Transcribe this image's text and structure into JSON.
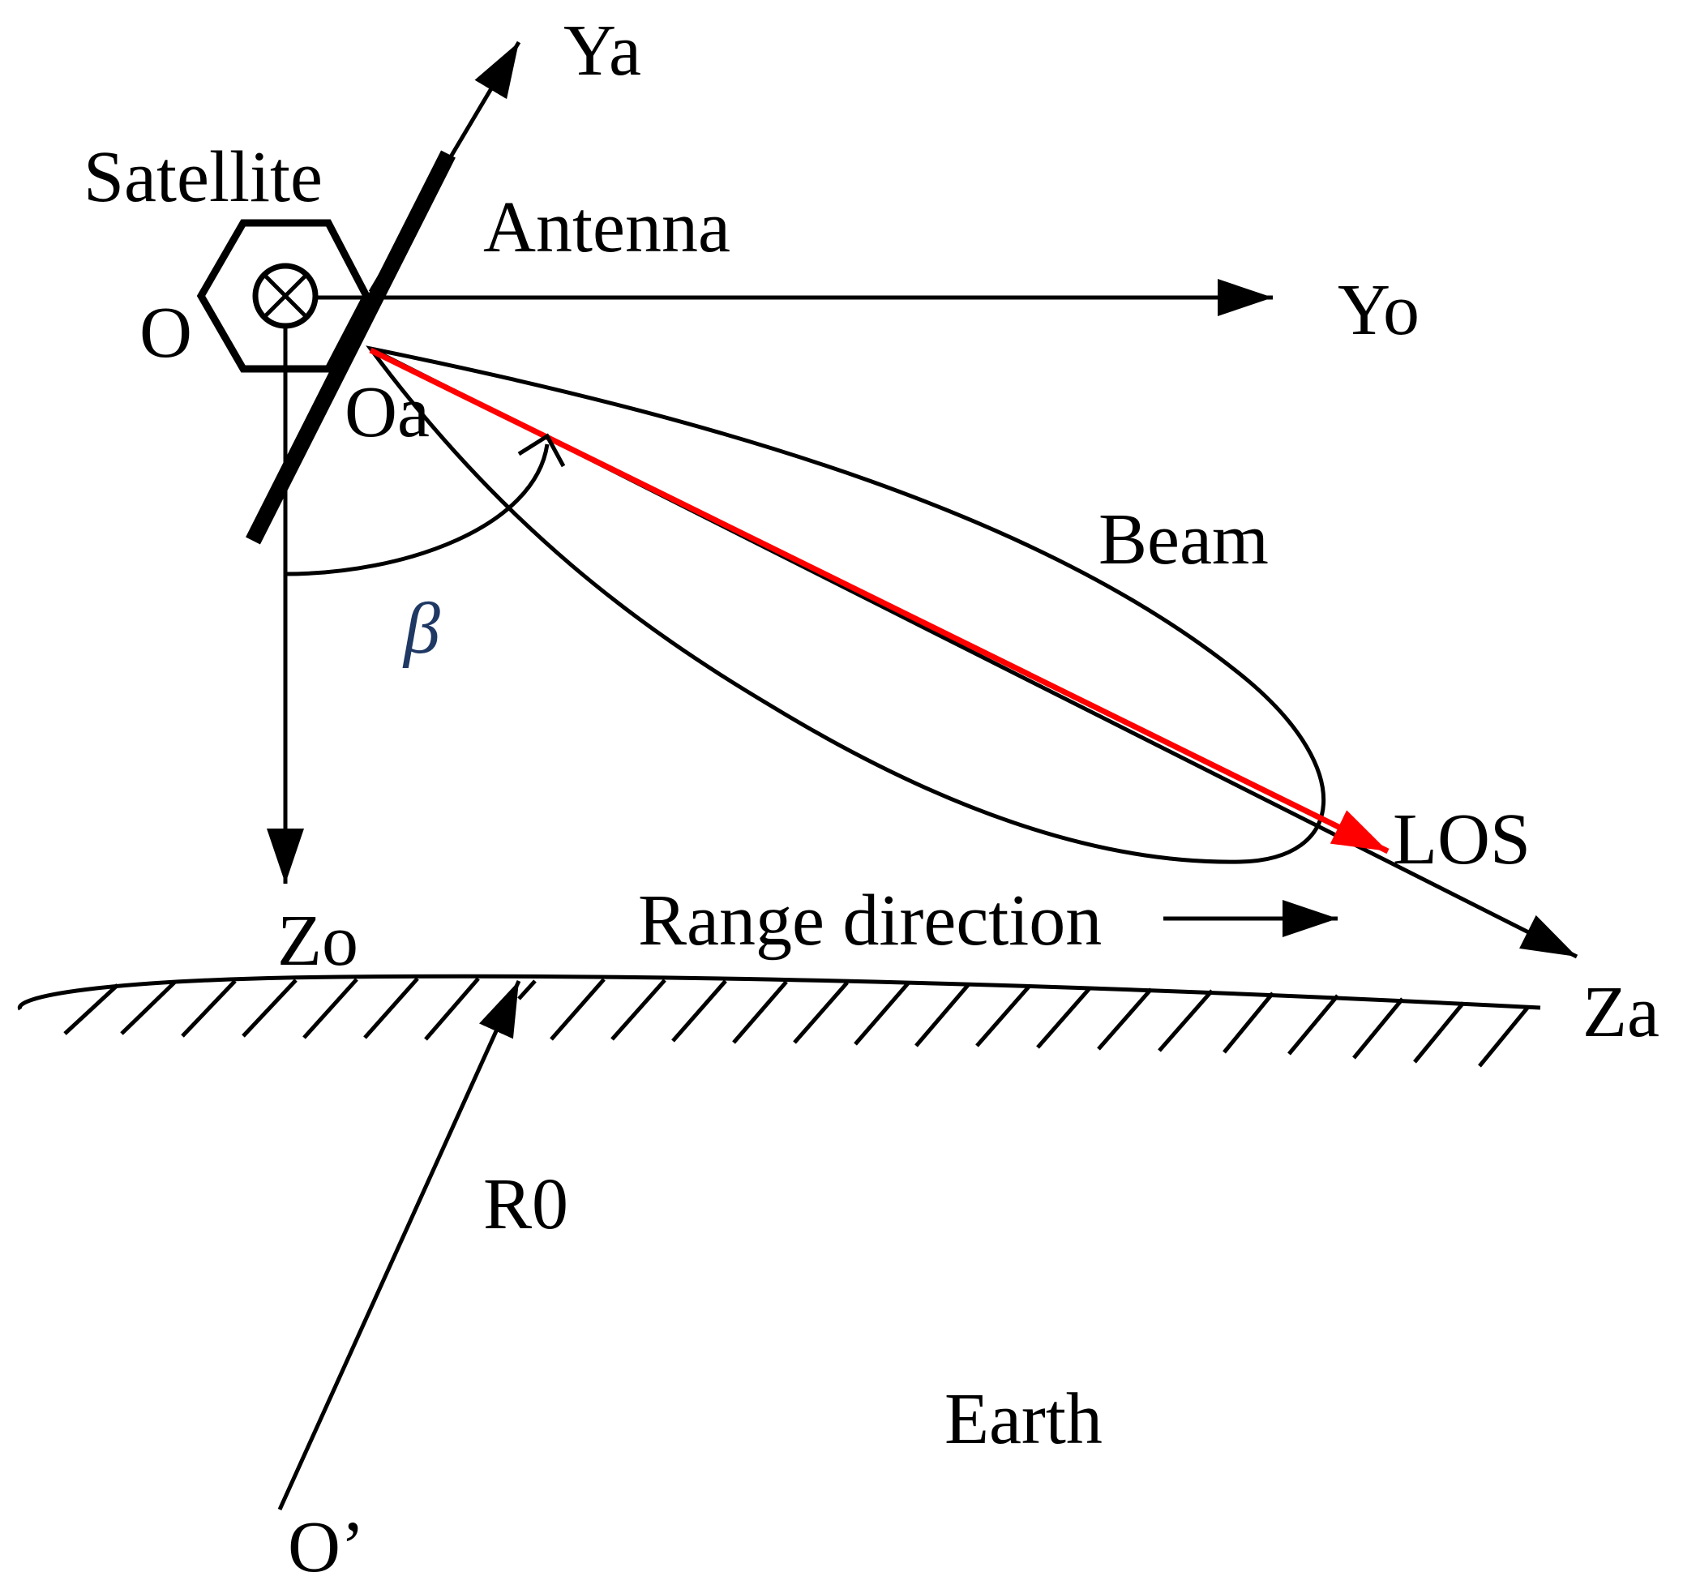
{
  "labels": {
    "ya": "Ya",
    "satellite": "Satellite",
    "antenna": "Antenna",
    "yo": "Yo",
    "o": "O",
    "oa": "Oa",
    "beam": "Beam",
    "beta": "β",
    "los": "LOS",
    "zo": "Zo",
    "range_direction": "Range direction",
    "za": "Za",
    "r0": "R0",
    "earth": "Earth",
    "o_prime": "O’"
  },
  "colors": {
    "line": "#000000",
    "los": "#ff0000",
    "beta": "#1f3864"
  }
}
